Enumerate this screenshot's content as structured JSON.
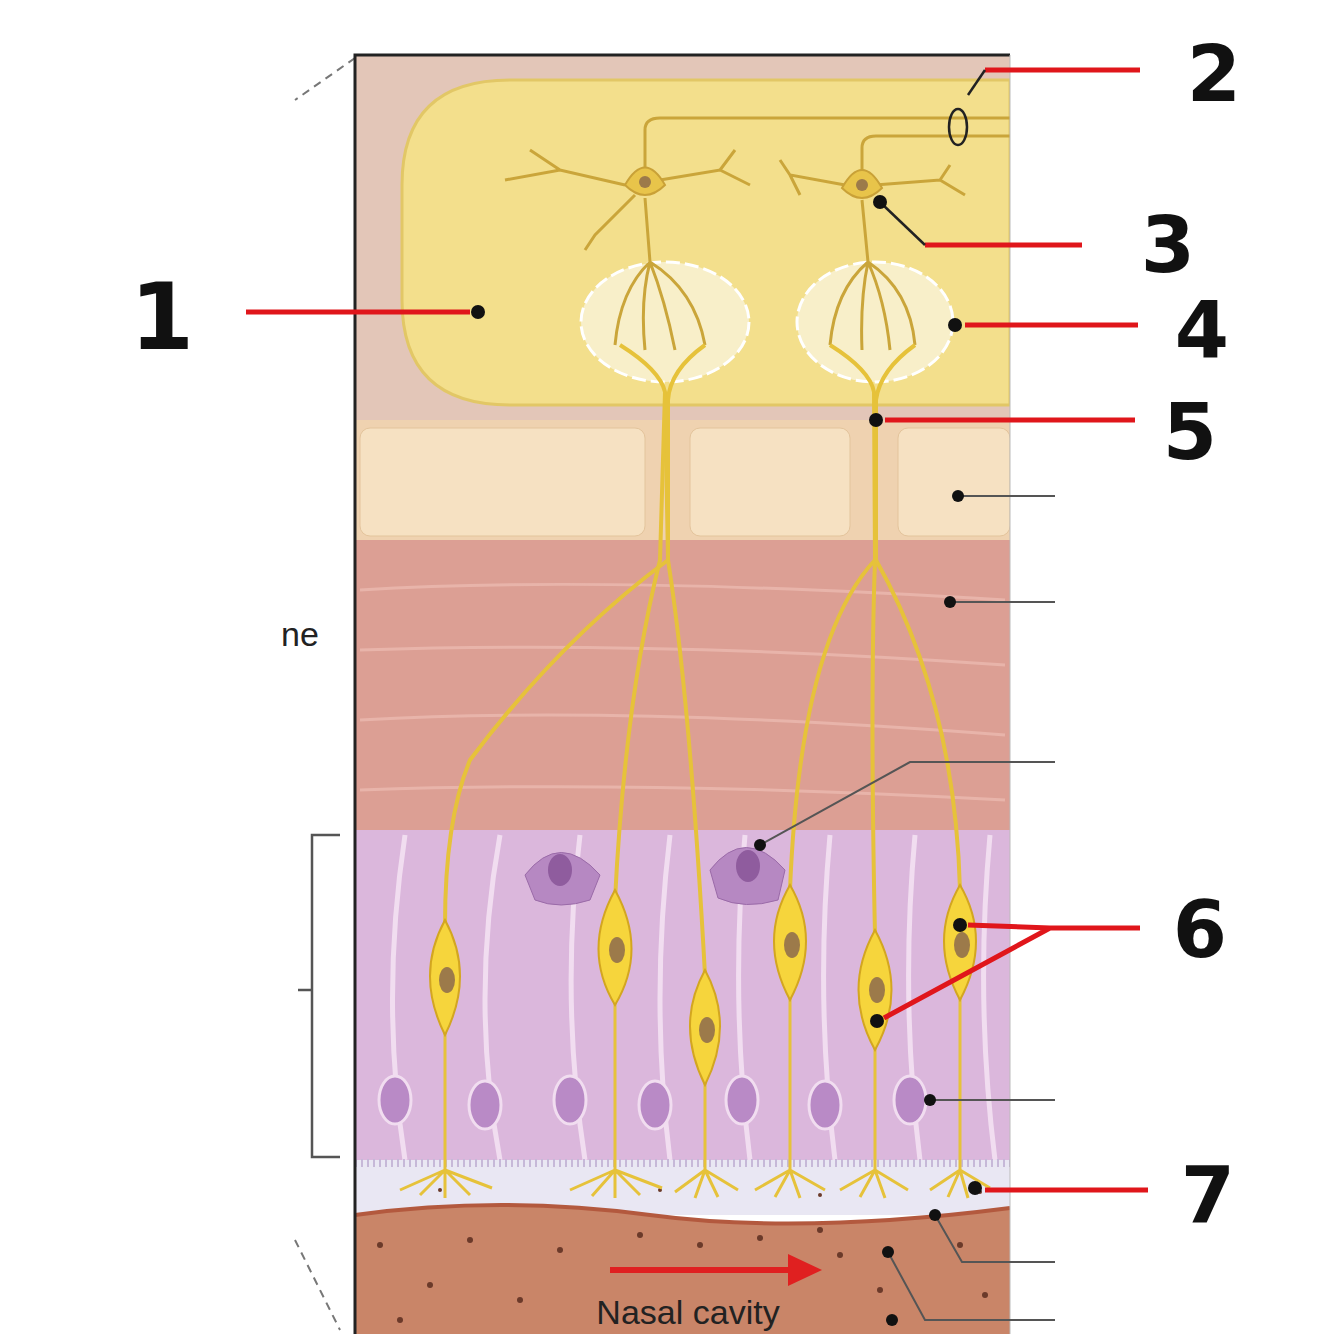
{
  "diagram": {
    "labels": [
      "1",
      "2",
      "3",
      "4",
      "5",
      "6",
      "7",
      "Nasal cavity",
      "ne"
    ]
  }
}
